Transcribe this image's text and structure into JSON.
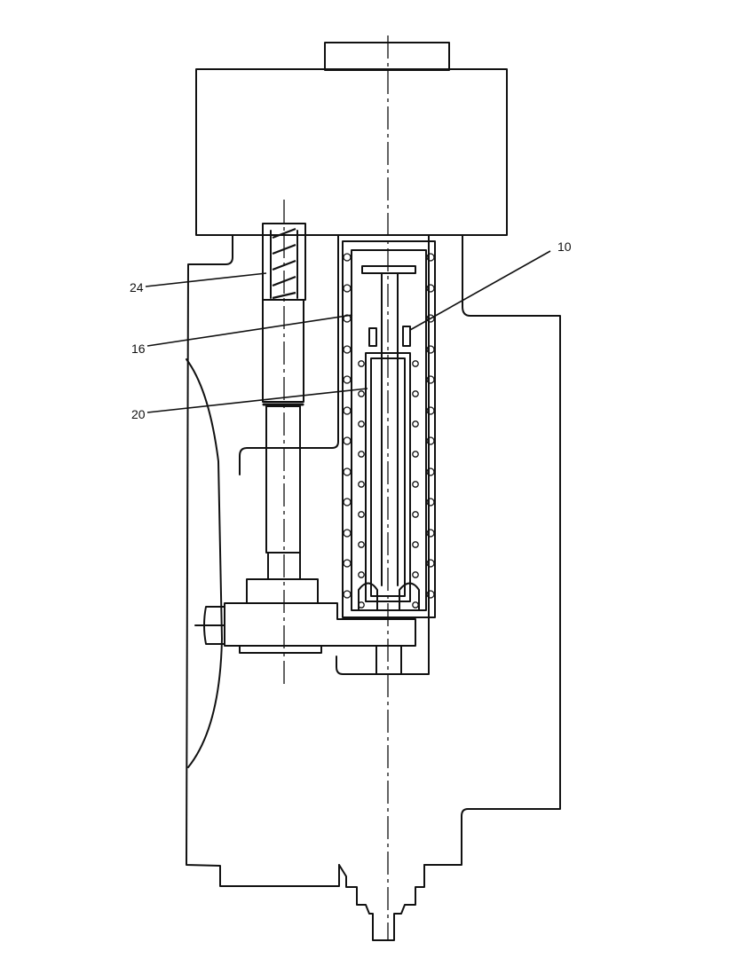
{
  "callouts": [
    {
      "id": "c10",
      "text": "10"
    },
    {
      "id": "c24",
      "text": "24"
    },
    {
      "id": "c16",
      "text": "16"
    },
    {
      "id": "c20",
      "text": "20"
    }
  ]
}
